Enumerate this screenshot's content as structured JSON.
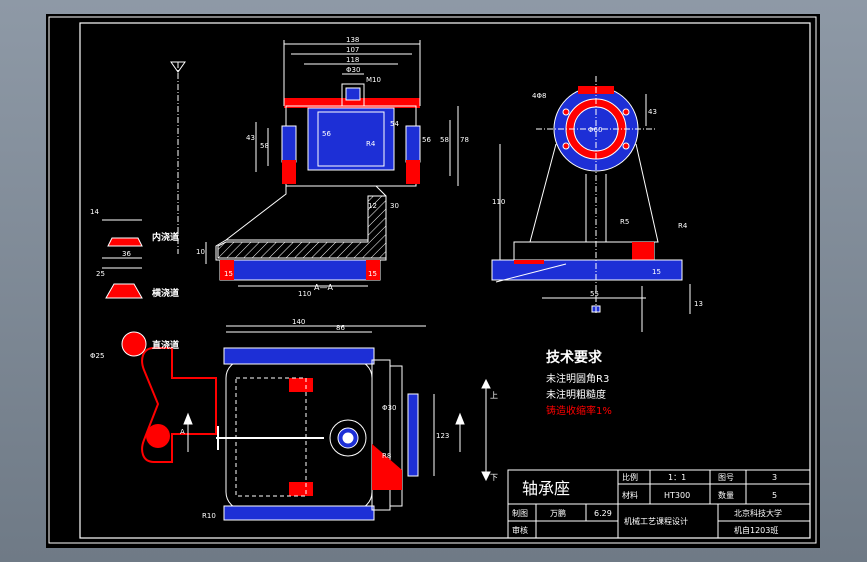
{
  "drawing": {
    "title": "轴承座",
    "section_label": "A—A",
    "view_arrow_letter": "A",
    "side_arrow_top": "上",
    "side_arrow_bottom": "下",
    "sections": [
      {
        "label": "内浇道"
      },
      {
        "label": "横浇道"
      },
      {
        "label": "直浇道"
      }
    ],
    "tech_requirements": {
      "heading": "技术要求",
      "lines": [
        "未注明圆角R3",
        "未注明粗糙度",
        "铸造收缩率1%"
      ]
    },
    "dimensions": {
      "front": [
        "138",
        "107",
        "118",
        "Φ30",
        "M10",
        "43",
        "58",
        "56",
        "54",
        "56",
        "58",
        "78",
        "R4",
        "12",
        "30",
        "110",
        "10",
        "15",
        "15"
      ],
      "right": [
        "4Φ8",
        "Φ60",
        "43",
        "110",
        "R5",
        "R4",
        "55",
        "15",
        "13"
      ],
      "top": [
        "140",
        "86",
        "Φ30",
        "R8",
        "123",
        "R10"
      ],
      "sprue": [
        "14",
        "36",
        "25",
        "Φ25"
      ]
    },
    "title_block": {
      "scale_label": "比例",
      "scale_value": "1：1",
      "drawing_no_label": "图号",
      "drawing_no_value": "3",
      "material_label": "材料",
      "material_value": "HT300",
      "quantity_label": "数量",
      "quantity_value": "5",
      "drawn_label": "制图",
      "drawn_name": "万鹏",
      "date": "6.29",
      "checked_label": "审核",
      "course": "机械工艺课程设计",
      "school": "北京科技大学",
      "class": "机自1203班"
    }
  },
  "colors": {
    "background": "#000000",
    "line": "#ffffff",
    "core": "#1d2fd6",
    "chill": "#ff0000",
    "window_frame": "#8b96a3"
  }
}
